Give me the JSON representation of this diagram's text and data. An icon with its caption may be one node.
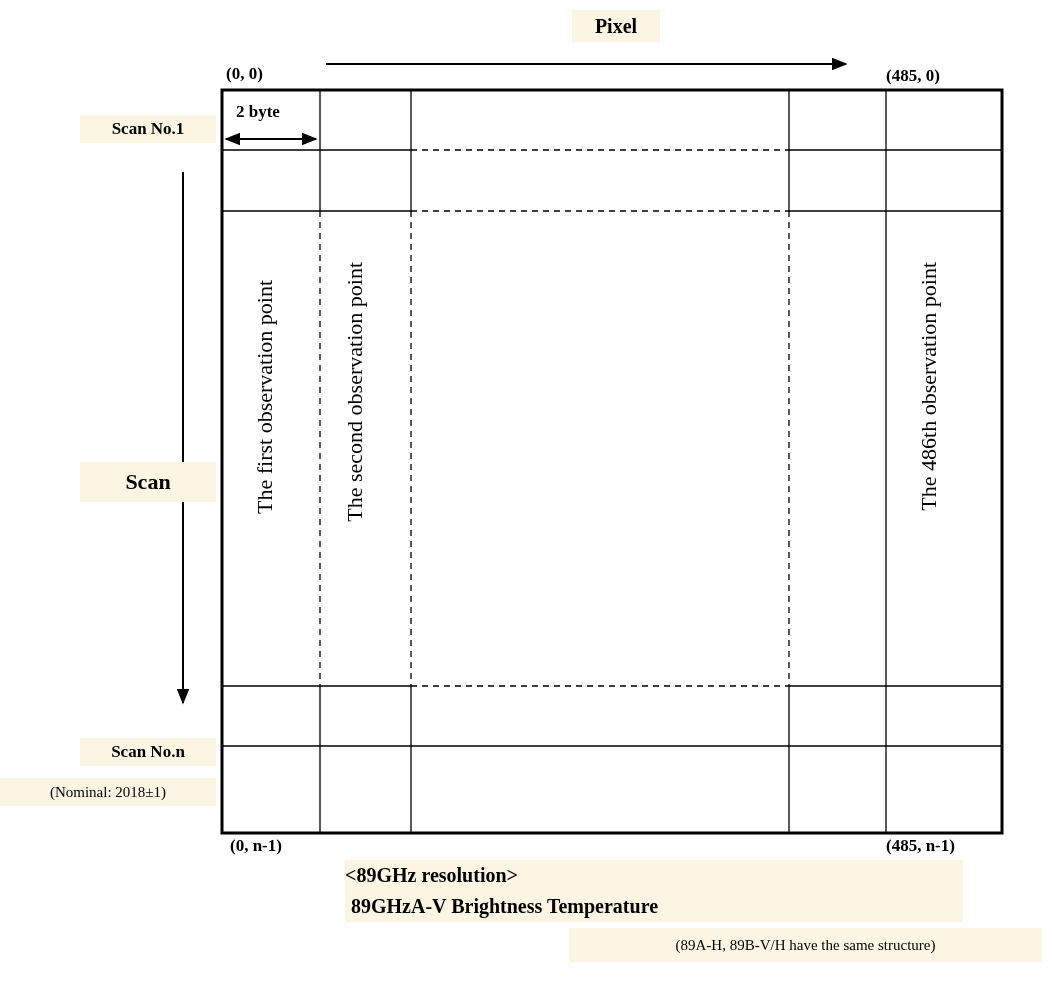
{
  "diagram": {
    "labels": [
      "Pixel",
      "(0, 0)",
      "(485, 0)",
      "Scan No.1",
      "2 byte",
      "Scan",
      "The first observation point",
      "The second observation point",
      "The 486th observation point",
      "Scan No.n",
      "(Nominal: 2018±1)",
      "(0, n-1)",
      "(485, n-1)",
      "<89GHz resolution>",
      "89GHzA-V Brightness Temperature",
      "(89A-H, 89B-V/H have the same structure)"
    ]
  }
}
